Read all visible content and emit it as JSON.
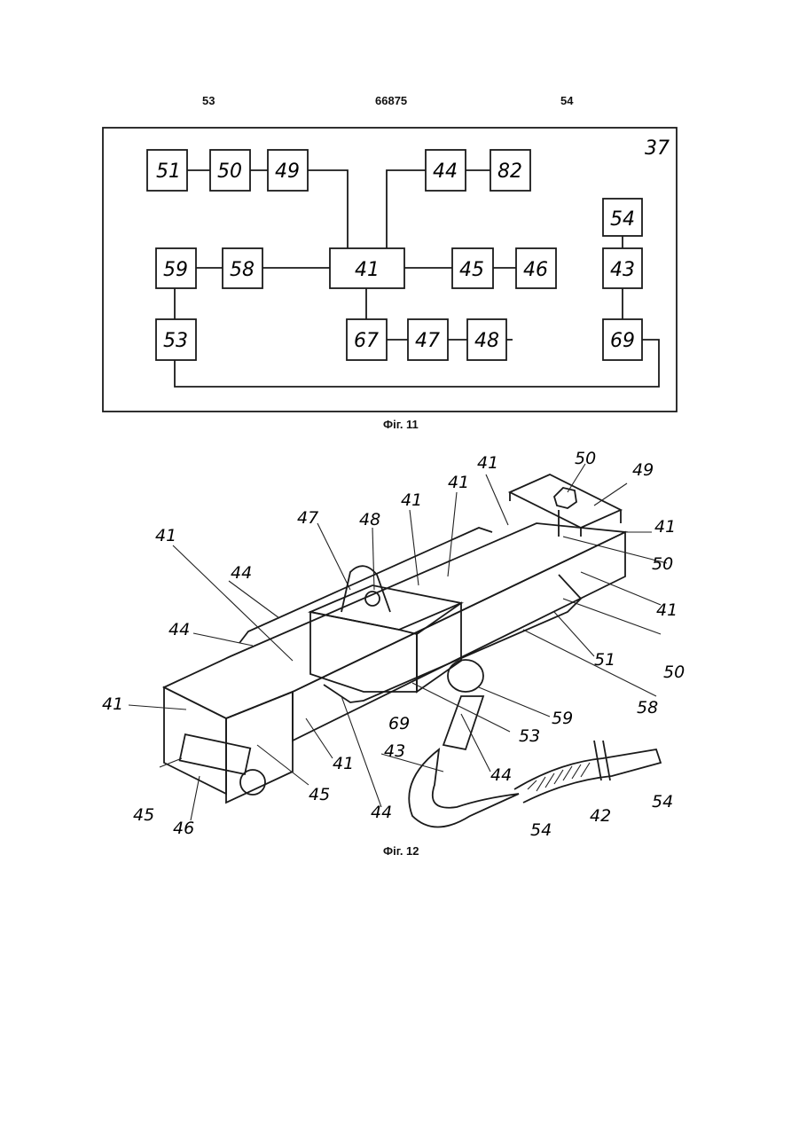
{
  "header": {
    "page_left": "53",
    "patent_number": "66875",
    "page_right": "54"
  },
  "fig11": {
    "caption": "Фіг. 11",
    "frame_label": "37",
    "blocks": [
      "51",
      "50",
      "49",
      "44",
      "82",
      "54",
      "59",
      "58",
      "41",
      "45",
      "46",
      "43",
      "53",
      "67",
      "47",
      "48",
      "69"
    ]
  },
  "fig12": {
    "caption": "Фіг. 12",
    "labels": [
      "41",
      "41",
      "41",
      "41",
      "41",
      "41",
      "41",
      "41",
      "44",
      "44",
      "44",
      "44",
      "45",
      "45",
      "46",
      "47",
      "48",
      "49",
      "50",
      "50",
      "50",
      "51",
      "58",
      "59",
      "53",
      "69",
      "43",
      "54",
      "54",
      "42"
    ]
  }
}
